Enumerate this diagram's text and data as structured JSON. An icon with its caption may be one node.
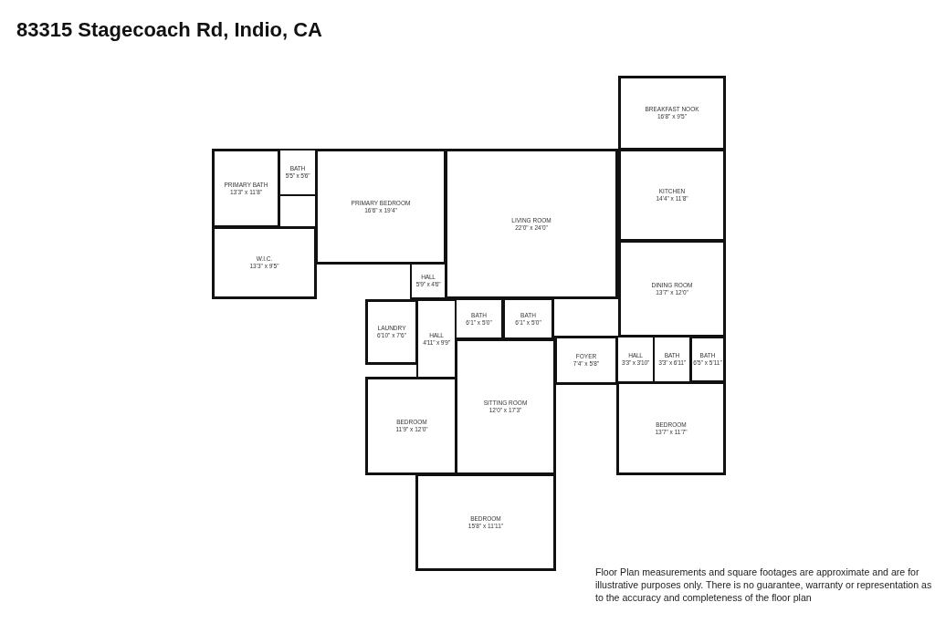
{
  "diagram": {
    "title": "83315 Stagecoach Rd, Indio, CA",
    "caption": "Floor Plan measurements and square footages are approximate and are for illustrative purposes only. There is no guarantee, warranty or representation as to the accuracy and completeness of the floor plan",
    "nodes": [
      {
        "text": [
          "PRIMARY BATH",
          "13'3\" x 11'8\""
        ]
      },
      {
        "text": [
          "BATH",
          "5'5\" x 5'6\""
        ]
      },
      {
        "text": [
          "W.I.C.",
          "13'3\" x 9'5\""
        ]
      },
      {
        "text": [
          "PRIMARY BEDROOM",
          "16'6\" x 19'4\""
        ]
      },
      {
        "text": [
          "LIVING ROOM",
          "22'0\" x 24'0\""
        ]
      },
      {
        "text": [
          "BREAKFAST NOOK",
          "16'8\" x 9'5\""
        ]
      },
      {
        "text": [
          "KITCHEN",
          "14'4\" x 11'8\""
        ]
      },
      {
        "text": [
          "HALL",
          "5'9\" x 4'6\""
        ]
      },
      {
        "text": [
          "DINING ROOM",
          "13'7\" x 12'0\""
        ]
      },
      {
        "text": [
          "LAUNDRY",
          "6'10\" x 7'6\""
        ]
      },
      {
        "text": [
          "BATH",
          "6'1\" x 5'0\""
        ]
      },
      {
        "text": [
          "BATH",
          "6'1\" x 5'0\""
        ]
      },
      {
        "text": [
          "HALL",
          "4'11\" x 9'9\""
        ]
      },
      {
        "text": [
          "FOYER",
          "7'4\" x 5'8\""
        ]
      },
      {
        "text": [
          "HALL",
          "3'3\" x 3'10\""
        ]
      },
      {
        "text": [
          "BATH",
          "3'3\" x 6'11\""
        ]
      },
      {
        "text": [
          "BATH",
          "6'5\" x 5'11\""
        ]
      },
      {
        "text": [
          "BEDROOM",
          "11'9\" x 12'0\""
        ]
      },
      {
        "text": [
          "SITTING ROOM",
          "12'0\" x 17'3\""
        ]
      },
      {
        "text": [
          "BEDROOM",
          "13'7\" x 11'7\""
        ]
      },
      {
        "text": [
          "BEDROOM",
          "15'8\" x 11'11\""
        ]
      }
    ]
  }
}
